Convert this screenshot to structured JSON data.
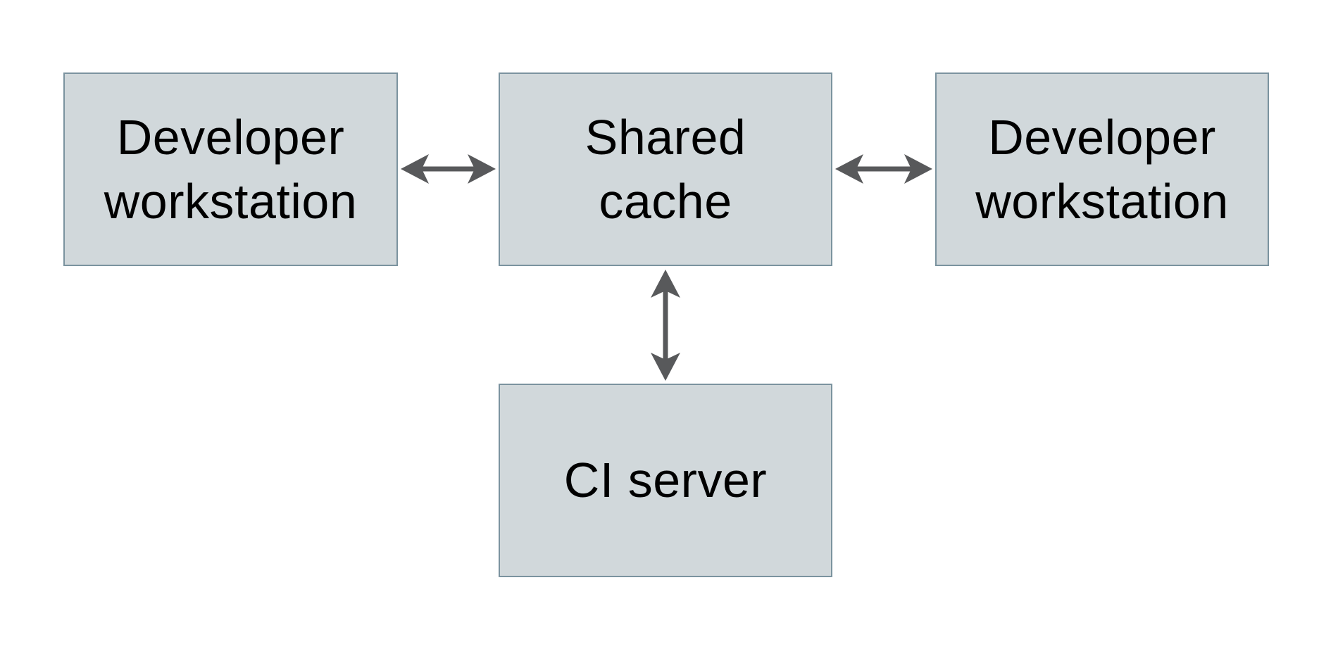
{
  "colors": {
    "background": "#ffffff",
    "node_fill": "#d1d8db",
    "node_border": "#7b939f",
    "arrow": "#58595b",
    "text": "#000000"
  },
  "nodes": [
    {
      "id": "developer-workstation-left",
      "label": "Developer\nworkstation"
    },
    {
      "id": "shared-cache",
      "label": "Shared\ncache"
    },
    {
      "id": "developer-workstation-right",
      "label": "Developer\nworkstation"
    },
    {
      "id": "ci-server",
      "label": "CI server"
    }
  ],
  "edges": [
    {
      "from": "developer-workstation-left",
      "to": "shared-cache",
      "direction": "bidirectional",
      "orientation": "horizontal"
    },
    {
      "from": "shared-cache",
      "to": "developer-workstation-right",
      "direction": "bidirectional",
      "orientation": "horizontal"
    },
    {
      "from": "shared-cache",
      "to": "ci-server",
      "direction": "bidirectional",
      "orientation": "vertical"
    }
  ]
}
